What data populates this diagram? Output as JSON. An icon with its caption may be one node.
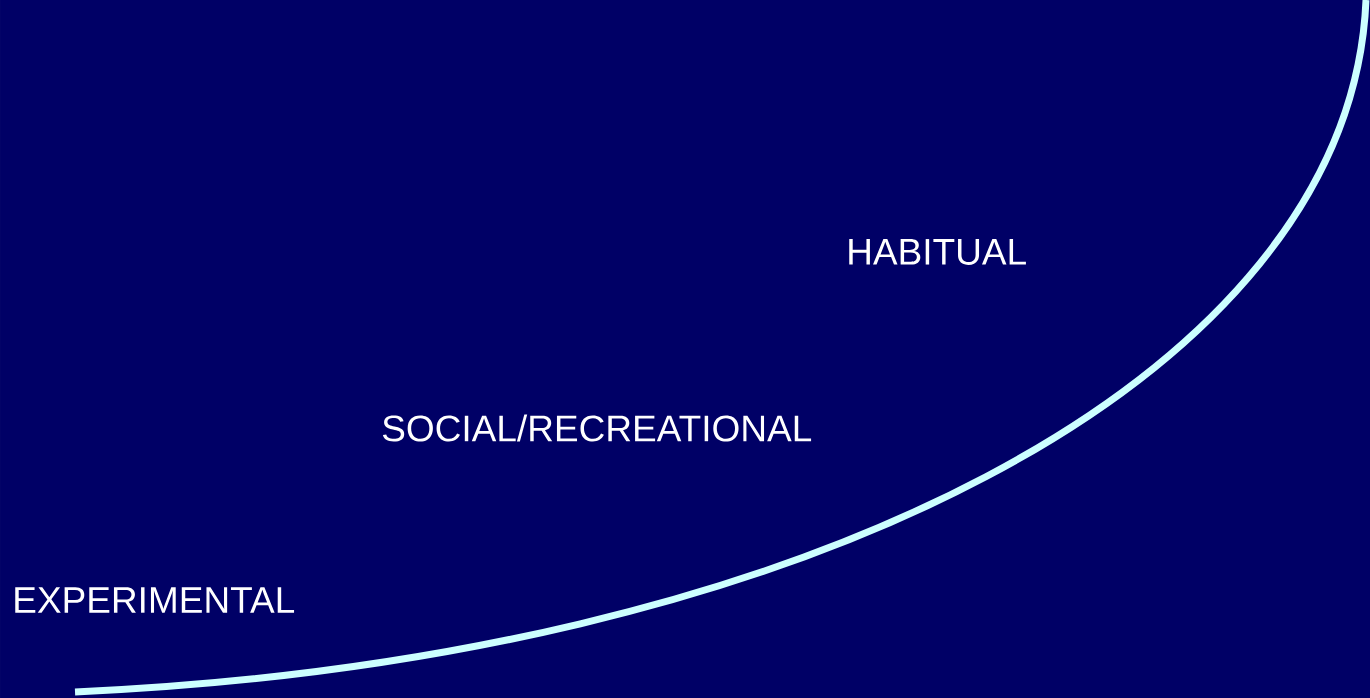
{
  "diagram": {
    "labels": [
      "HABITUAL",
      "SOCIAL/RECREATIONAL",
      "EXPERIMENTAL"
    ]
  }
}
